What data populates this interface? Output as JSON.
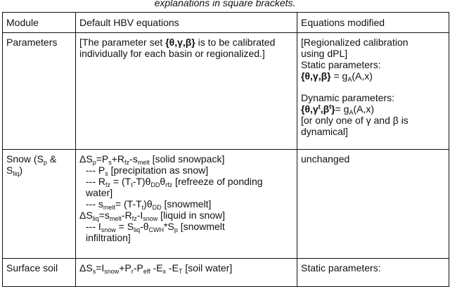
{
  "caption": "explanations in square brackets.",
  "headers": {
    "module": "Module",
    "default": "Default HBV equations",
    "modified": "Equations modified"
  },
  "rows": {
    "parameters": {
      "module": "Parameters",
      "default_text": "[The parameter set {θ,γ,β} is to be calibrated individually for each basin or regionalized.]",
      "modified_lines": [
        "[Regionalized calibration",
        "using dPL]",
        "Static parameters:",
        "{θ,γ,β} = gA(A,x)",
        "Dynamic parameters:",
        "{θ,γt,βt}= gA(A,x)",
        "[or only one of γ and β is",
        "dynamical]"
      ]
    },
    "snow": {
      "module": "Snow (Sp & Sliq)",
      "default_lines": [
        "ΔSp=Ps+Rfz-smelt [solid snowpack]",
        "--- Ps [precipitation as snow]",
        "--- Rfz = (Tt-T)θDDθrfz [refreeze of ponding water]",
        "--- smelt= (T-Tt)θDD [snowmelt]",
        "ΔSliq=smelt-Rfz-Isnow [liquid in snow]",
        "--- Isnow = Sliq-θCWH*Sp [snowmelt infiltration]"
      ],
      "modified": "unchanged"
    },
    "surface": {
      "module": "Surface soil",
      "default": "ΔSs=Isnow+Pr-Peff -Ex -ET [soil water]",
      "modified": "Static parameters:"
    }
  }
}
